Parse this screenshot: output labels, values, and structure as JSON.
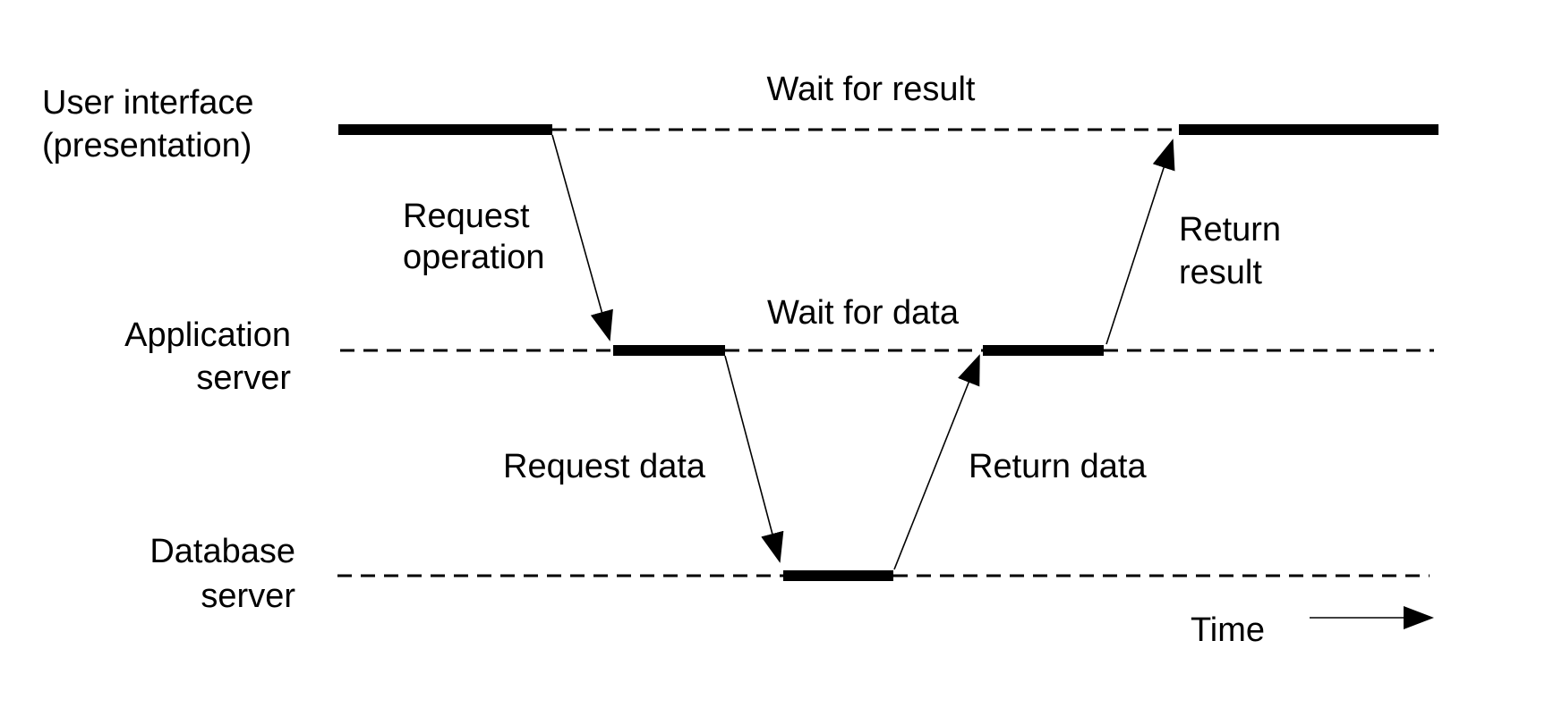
{
  "diagram": {
    "type": "sequence-timing-diagram",
    "colors": {
      "ink": "#000000",
      "background": "#ffffff"
    },
    "lifelines": [
      {
        "name": "user-interface",
        "label": [
          "User interface",
          "(presentation)"
        ]
      },
      {
        "name": "application-server",
        "label": [
          "Application",
          "server"
        ]
      },
      {
        "name": "database-server",
        "label": [
          "Database",
          "server"
        ]
      }
    ],
    "wait_annotations": [
      {
        "name": "wait-for-result",
        "text": "Wait for result"
      },
      {
        "name": "wait-for-data",
        "text": "Wait for data"
      }
    ],
    "messages": [
      {
        "name": "request-operation",
        "from": "user-interface",
        "to": "application-server",
        "label": [
          "Request",
          "operation"
        ]
      },
      {
        "name": "request-data",
        "from": "application-server",
        "to": "database-server",
        "label": [
          "Request data"
        ]
      },
      {
        "name": "return-data",
        "from": "database-server",
        "to": "application-server",
        "label": [
          "Return data"
        ]
      },
      {
        "name": "return-result",
        "from": "application-server",
        "to": "user-interface",
        "label": [
          "Return",
          "result"
        ]
      }
    ],
    "time_axis": {
      "label": "Time"
    }
  }
}
